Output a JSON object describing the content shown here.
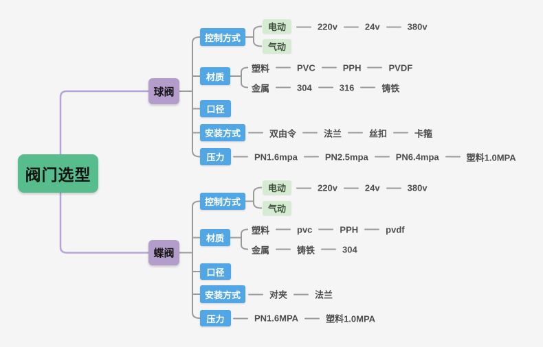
{
  "title": "阀门选型",
  "colors": {
    "root_bg": "#57bd8c",
    "branch_bg": "#b29dcb",
    "topic_bg": "#51a7e6",
    "leaf_bg": "#d5ecd2",
    "line_gray": "#9a9a9a",
    "spine_purple": "#b7a3d8",
    "canvas_bg": "#f5f5f6"
  },
  "ball": {
    "label": "球阀",
    "control": {
      "label": "控制方式",
      "electric": "电动",
      "pneumatic": "气动",
      "volts": [
        "220v",
        "24v",
        "380v"
      ]
    },
    "material": {
      "label": "材质",
      "plastic": "塑料",
      "plastic_types": [
        "PVC",
        "PPH",
        "PVDF"
      ],
      "metal": "金属",
      "metal_types": [
        "304",
        "316",
        "铸铁"
      ]
    },
    "diameter": {
      "label": "口径"
    },
    "install": {
      "label": "安装方式",
      "types": [
        "双由令",
        "法兰",
        "丝扣",
        "卡箍"
      ]
    },
    "pressure": {
      "label": "压力",
      "ratings": [
        "PN1.6mpa",
        "PN2.5mpa",
        "PN6.4mpa",
        "塑料1.0MPA"
      ]
    }
  },
  "butterfly": {
    "label": "蝶阀",
    "control": {
      "label": "控制方式",
      "electric": "电动",
      "pneumatic": "气动",
      "volts": [
        "220v",
        "24v",
        "380v"
      ]
    },
    "material": {
      "label": "材质",
      "plastic": "塑料",
      "plastic_types": [
        "pvc",
        "PPH",
        "pvdf"
      ],
      "metal": "金属",
      "metal_types": [
        "铸铁",
        "304"
      ]
    },
    "diameter": {
      "label": "口径"
    },
    "install": {
      "label": "安装方式",
      "types": [
        "对夹",
        "法兰"
      ]
    },
    "pressure": {
      "label": "压力",
      "ratings": [
        "PN1.6MPA",
        "塑料1.0MPA"
      ]
    }
  }
}
